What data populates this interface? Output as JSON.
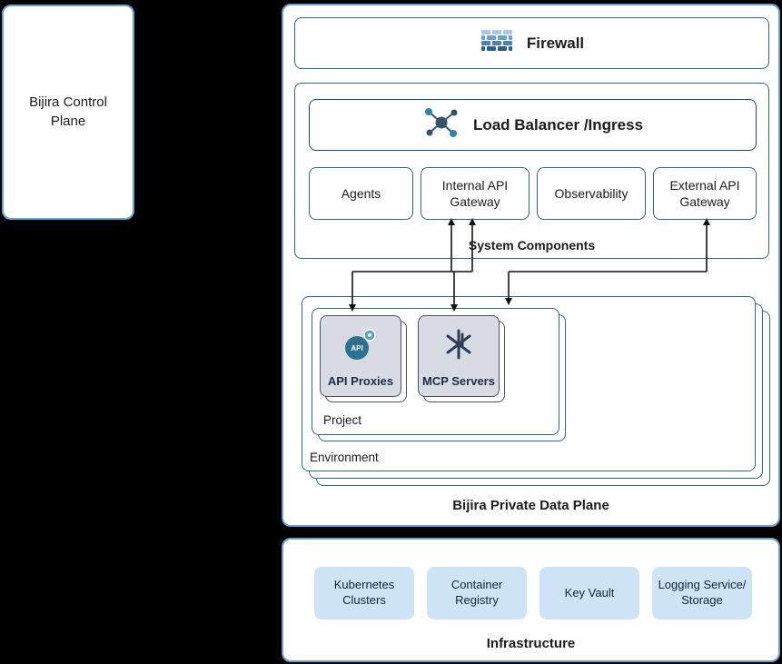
{
  "control_plane": {
    "label": "Bijira Control Plane"
  },
  "data_plane": {
    "label": "Bijira Private Data Plane",
    "firewall": {
      "label": "Firewall",
      "icon": "firewall-brick-icon"
    },
    "system_components": {
      "label": "System Components",
      "load_balancer": {
        "label": "Load Balancer /Ingress",
        "icon": "load-balancer-icon"
      },
      "components": [
        {
          "label": "Agents"
        },
        {
          "label": "Internal API Gateway"
        },
        {
          "label": "Observability"
        },
        {
          "label": "External API Gateway"
        }
      ]
    },
    "environment": {
      "label": "Environment",
      "project": {
        "label": "Project",
        "items": [
          {
            "label": "API Proxies",
            "icon": "api-proxies-icon"
          },
          {
            "label": "MCP Servers",
            "icon": "mcp-servers-icon"
          }
        ]
      }
    }
  },
  "infrastructure": {
    "label": "Infrastructure",
    "items": [
      {
        "label": "Kubernetes Clusters"
      },
      {
        "label": "Container Registry"
      },
      {
        "label": "Key Vault"
      },
      {
        "label": "Logging Service/ Storage"
      }
    ]
  },
  "colors": {
    "background": "#000000",
    "outer_border": "#6ba0d0",
    "inner_border": "#33658a",
    "module_fill": "#d9dbe4",
    "module_border": "#4d5266",
    "chip_fill": "#cfe3f6",
    "text": "#1b1b20",
    "icon_teal": "#2e86a8",
    "icon_navy": "#36536b",
    "arrow": "#111111"
  }
}
